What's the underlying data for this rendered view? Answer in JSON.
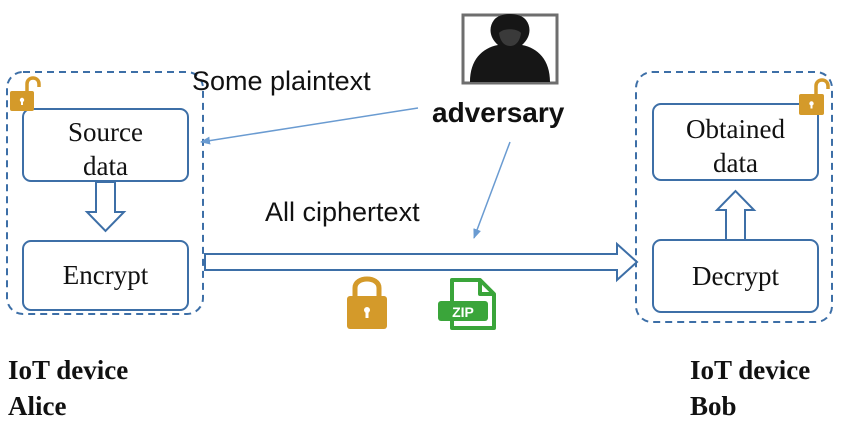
{
  "labels": {
    "adversary": "adversary",
    "some_plaintext": "Some plaintext",
    "all_ciphertext": "All ciphertext",
    "zip": "ZIP"
  },
  "alice": {
    "source_line1": "Source",
    "source_line2": "data",
    "encrypt": "Encrypt",
    "caption_line1": "IoT device",
    "caption_line2": "Alice"
  },
  "bob": {
    "obtained_line1": "Obtained",
    "obtained_line2": "data",
    "decrypt": "Decrypt",
    "caption_line1": "IoT device",
    "caption_line2": "Bob"
  },
  "colors": {
    "box_border": "#3d6fa7",
    "arrow_line": "#6a9bd1",
    "lock": "#d49a2a",
    "zip": "#3aa53a"
  },
  "icons": [
    "hacker-icon",
    "unlock-icon",
    "lock-icon",
    "zip-file-icon"
  ]
}
